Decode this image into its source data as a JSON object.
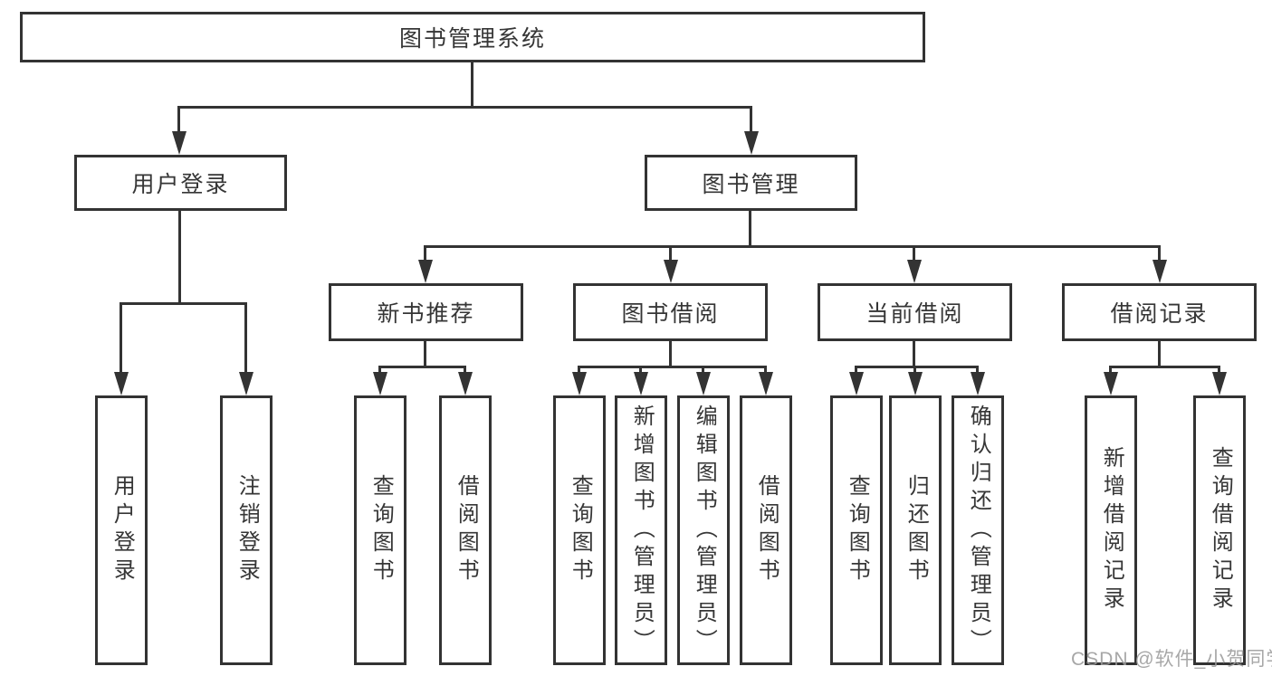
{
  "diagram": {
    "root": {
      "label": "图书管理系统"
    },
    "level2": [
      {
        "label": "用户登录"
      },
      {
        "label": "图书管理"
      }
    ],
    "level3": [
      {
        "label": "新书推荐"
      },
      {
        "label": "图书借阅"
      },
      {
        "label": "当前借阅"
      },
      {
        "label": "借阅记录"
      }
    ],
    "level4": {
      "user_login": [
        "用户登录",
        "注销登录"
      ],
      "new_book_recommend": [
        "查询图书",
        "借阅图书"
      ],
      "book_borrow": [
        "查询图书",
        "新增图书（管理员）",
        "编辑图书（管理员）",
        "借阅图书"
      ],
      "current_borrow": [
        "查询图书",
        "归还图书",
        "确认归还（管理员）"
      ],
      "borrow_records": [
        "新增借阅记录",
        "查询借阅记录"
      ]
    }
  },
  "watermark": {
    "text": "CSDN @软件_小贺同学"
  },
  "colors": {
    "line": "#333333",
    "text": "#363636",
    "background": "#ffffff",
    "watermark": "#9b9b9b"
  }
}
